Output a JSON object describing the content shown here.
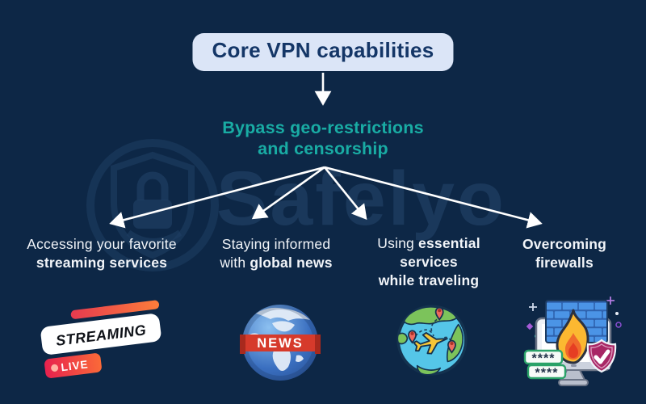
{
  "title": {
    "label": "Core VPN capabilities"
  },
  "subtitle": {
    "line1": "Bypass geo-restrictions",
    "line2": "and censorship"
  },
  "watermark": {
    "brand": "Safelyo"
  },
  "columns": [
    {
      "line1": "Accessing your favorite",
      "line2_bold": "streaming services"
    },
    {
      "line1": "Staying informed",
      "line2_prefix": "with ",
      "line2_bold": "global news"
    },
    {
      "line1_prefix": "Using ",
      "line1_bold": "essential",
      "line2_bold": "services",
      "line3_bold": "while traveling"
    },
    {
      "line1_bold": "Overcoming",
      "line2_bold": "firewalls"
    }
  ],
  "icons": {
    "streaming": {
      "badge_text": "STREAMING",
      "live_text": "LIVE"
    },
    "news": {
      "banner_text": "NEWS"
    },
    "travel": {
      "name": "globe-with-airplane-and-pins"
    },
    "firewall": {
      "password_mask": "****"
    }
  },
  "colors": {
    "background": "#0d2746",
    "title_pill_bg": "#dbe5f7",
    "title_text": "#143667",
    "subtitle_teal": "#19aca4",
    "body_text": "#f2f5f9",
    "arrow": "#ffffff",
    "streaming_red": "#e7214e",
    "streaming_orange": "#fa6a38",
    "news_banner_red": "#d63a2b",
    "travel_ocean": "#55c6e8",
    "travel_land": "#7cc35b",
    "firewall_brick_blue": "#4b94e6",
    "firewall_flame_yellow": "#fbb831",
    "shield_magenta": "#a82765",
    "password_green": "#2aa268"
  }
}
